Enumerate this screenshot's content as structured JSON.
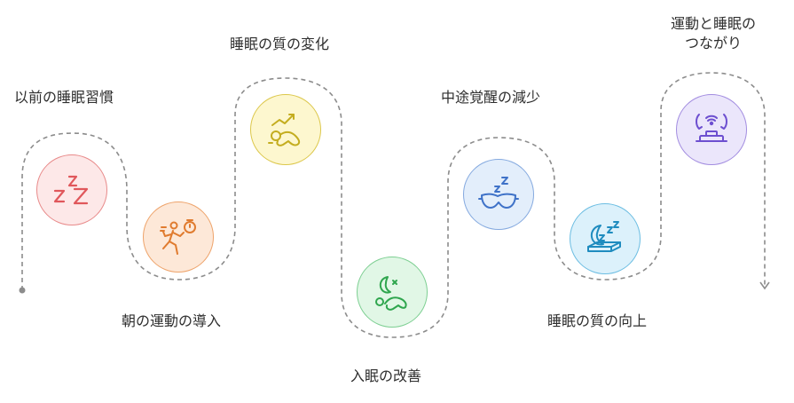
{
  "steps": [
    {
      "label": "以前の睡眠習慣",
      "icon": "zzz-sleep-icon",
      "color": "#e88a8a"
    },
    {
      "label": "朝の運動の導入",
      "icon": "running-stopwatch-icon",
      "color": "#eea36a"
    },
    {
      "label": "睡眠の質の変化",
      "icon": "sleeping-person-trend-icon",
      "color": "#dcc74a"
    },
    {
      "label": "入眠の改善",
      "icon": "moon-sleeping-person-icon",
      "color": "#7dcf92"
    },
    {
      "label": "中途覚醒の減少",
      "icon": "sleep-mask-icon",
      "color": "#84a9df"
    },
    {
      "label": "睡眠の質の向上",
      "icon": "moon-mattress-icon",
      "color": "#6bbde2"
    },
    {
      "label": "運動と睡眠のつながり",
      "label_lines": [
        "運動と睡眠の",
        "つながり"
      ],
      "icon": "person-bed-wifi-icon",
      "color": "#a28ce0"
    }
  ],
  "colors": {
    "connector": "#8c8c8c",
    "text": "#2f2f2f"
  }
}
